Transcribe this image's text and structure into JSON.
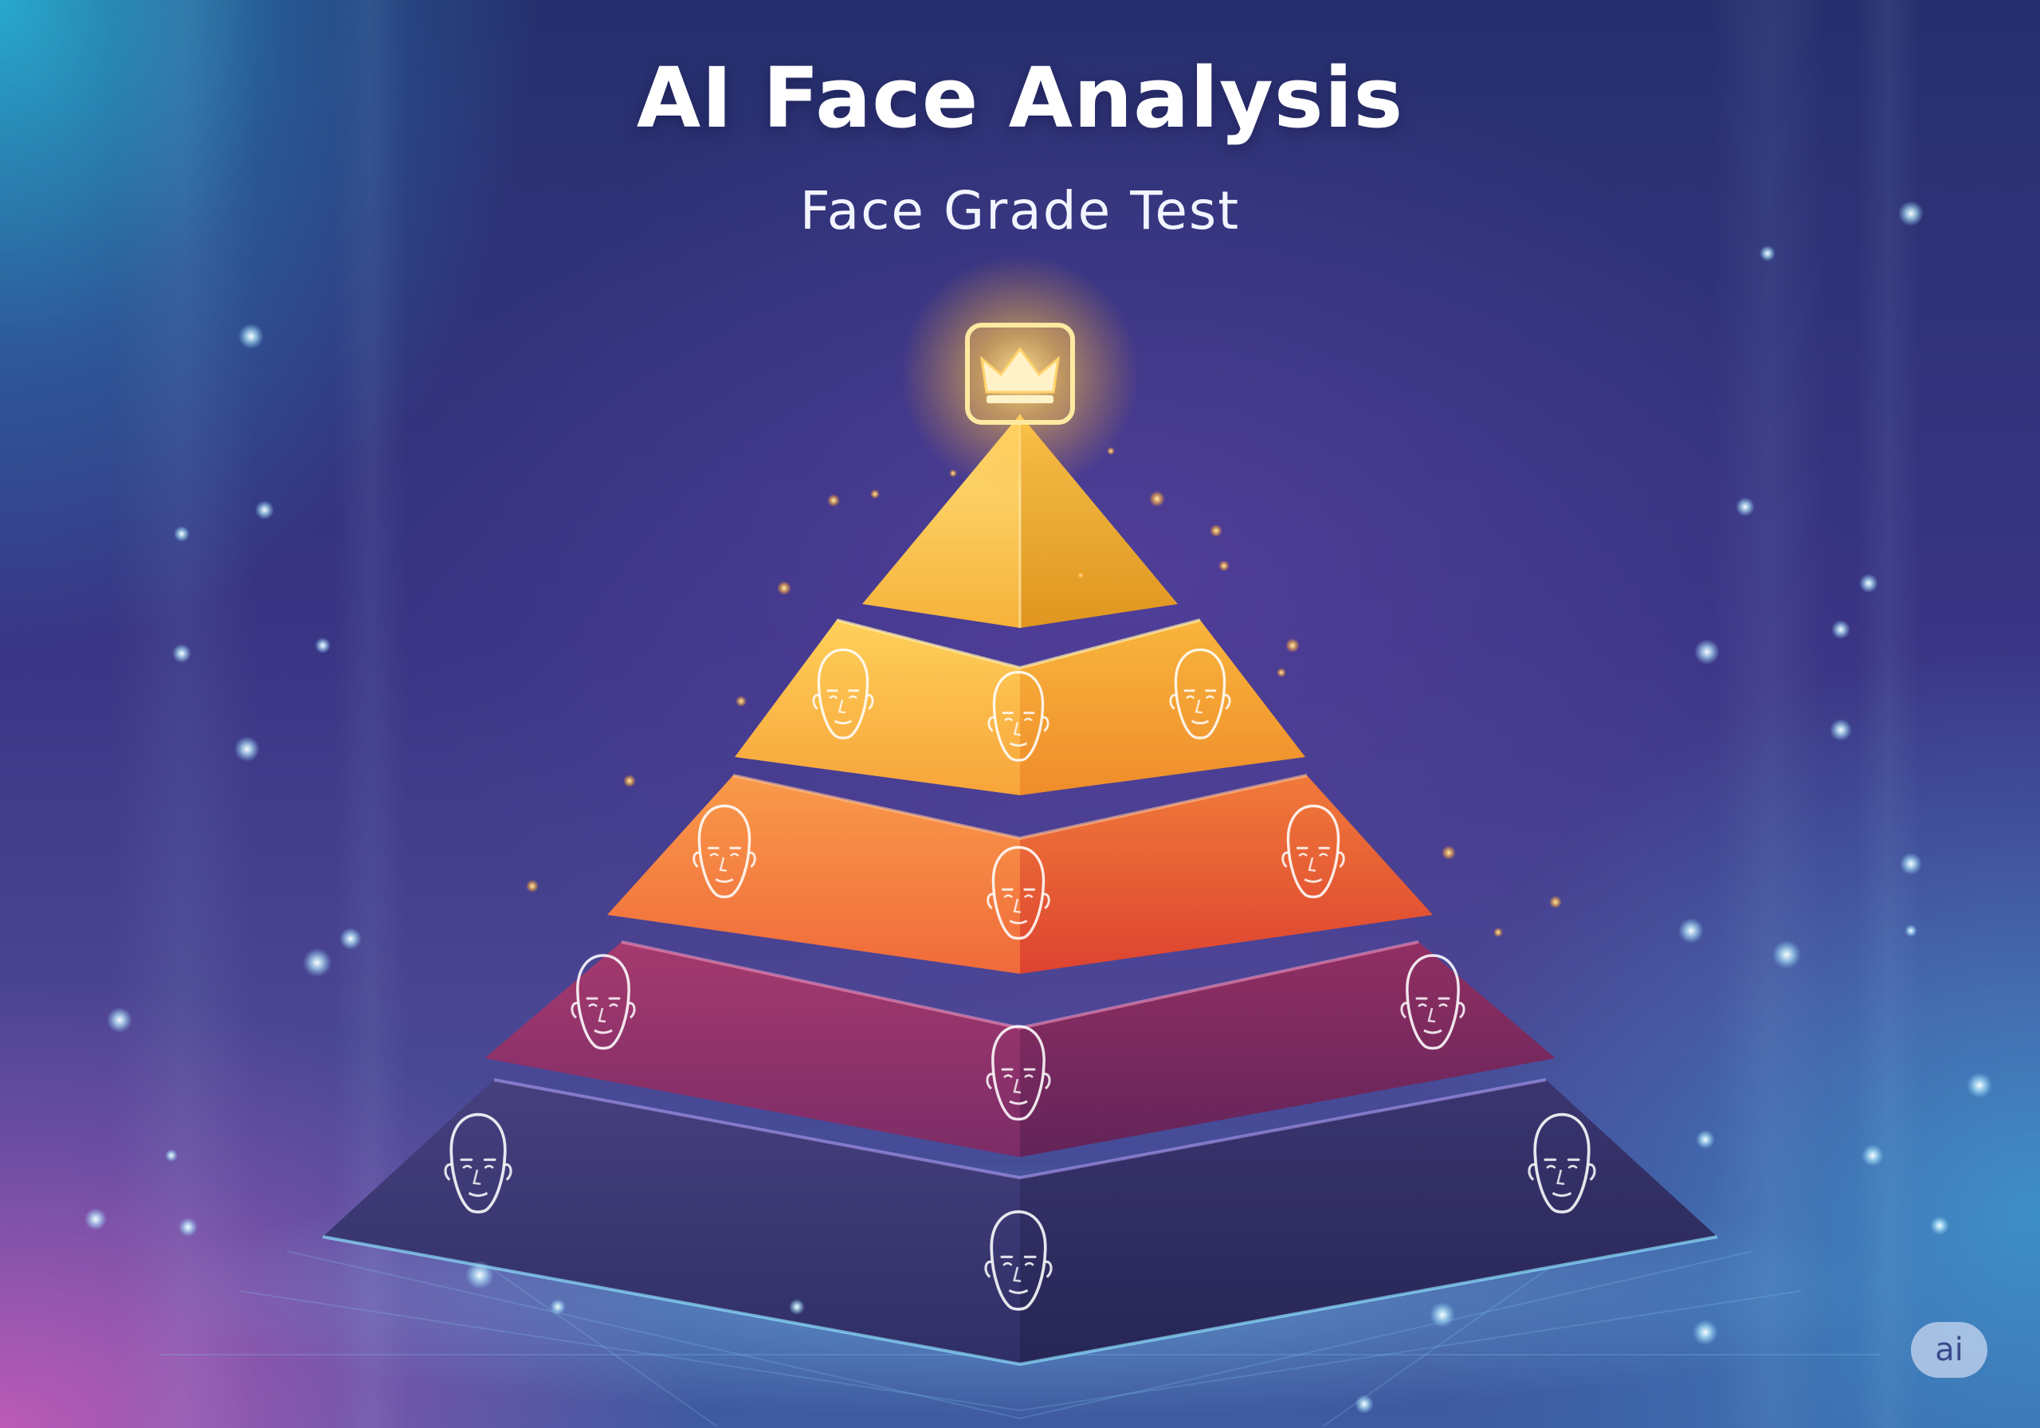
{
  "header": {
    "title": "AI Face Analysis",
    "subtitle": "Face Grade Test"
  },
  "pyramid": {
    "tier_count": 5,
    "top_icon": "crown-icon",
    "tiers": [
      {
        "name": "tier-1-apex",
        "color": "#f5c84a",
        "faces": 0
      },
      {
        "name": "tier-2",
        "color": "#f6a93a",
        "faces": 3
      },
      {
        "name": "tier-3",
        "color": "#ee6238",
        "faces": 3
      },
      {
        "name": "tier-4",
        "color": "#8a2f6c",
        "faces": 3
      },
      {
        "name": "tier-5-base",
        "color": "#35346e",
        "faces": 3
      }
    ]
  },
  "logo": {
    "text": "ai"
  },
  "colors": {
    "apex_glow": "#ffcf5a",
    "background_top": "#26306e",
    "accent_cyan": "#38c4e0",
    "accent_pink": "#e05ab8"
  }
}
